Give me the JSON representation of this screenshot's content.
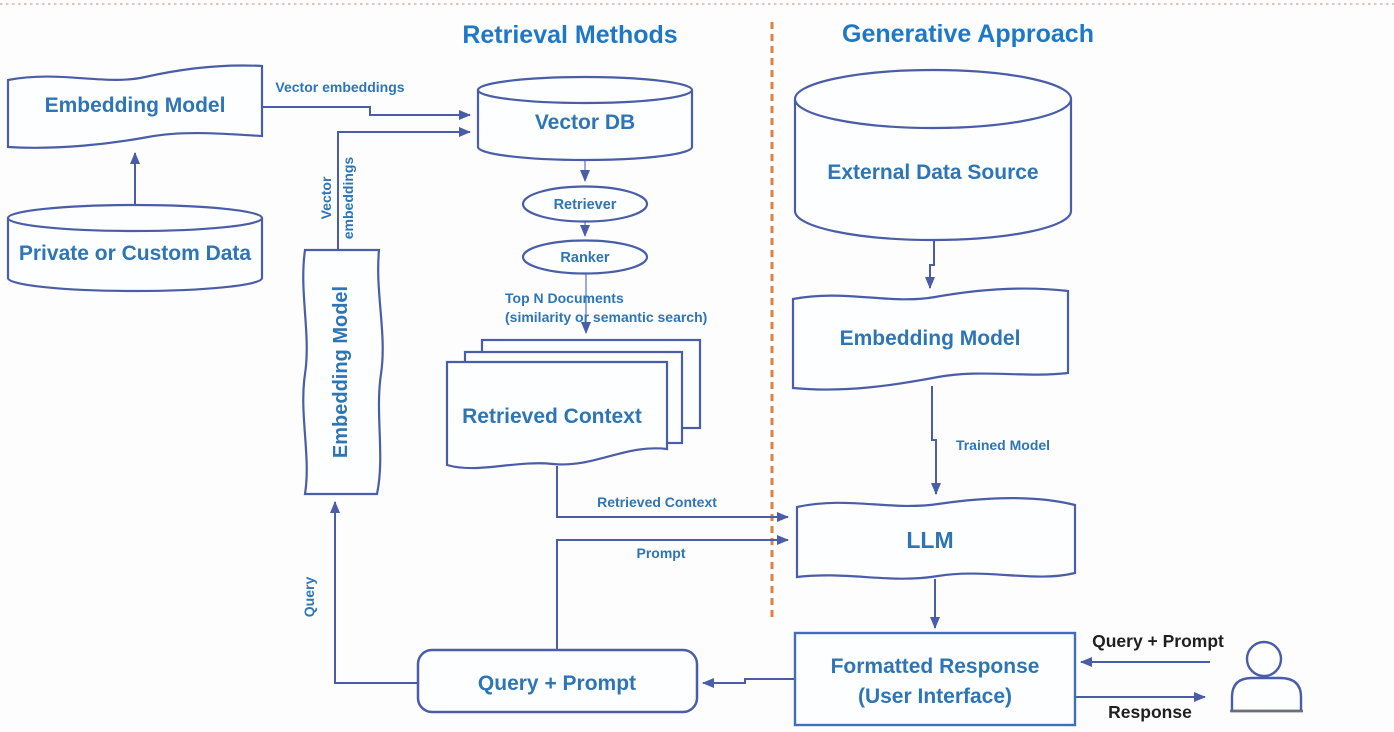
{
  "titles": {
    "retrieval": "Retrieval Methods",
    "generative": "Generative Approach"
  },
  "nodes": {
    "embedding_model_top": "Embedding Model",
    "private_or_custom_data": "Private or Custom Data",
    "vector_db": "Vector DB",
    "retriever": "Retriever",
    "ranker": "Ranker",
    "retrieved_context": "Retrieved Context",
    "embedding_model_side": "Embedding Model",
    "query_plus_prompt": "Query + Prompt",
    "external_data_source": "External Data Source",
    "embedding_model_gen": "Embedding Model",
    "llm": "LLM",
    "formatted_response_line1": "Formatted Response",
    "formatted_response_line2": "(User Interface)"
  },
  "edge_labels": {
    "vector_embeddings": "Vector embeddings",
    "vector_embeddings_vertical_line1": "Vector",
    "vector_embeddings_vertical_line2": "embeddings",
    "top_n_documents_line1": "Top N Documents",
    "top_n_documents_line2": "(similarity or semantic search)",
    "retrieved_context": "Retrieved Context",
    "prompt": "Prompt",
    "query": "Query",
    "trained_model": "Trained Model",
    "query_plus_prompt": "Query + Prompt",
    "response": "Response"
  },
  "colors": {
    "shape_border": "#4a5da8",
    "node_text": "#2e75b6",
    "title_text": "#1e78c8",
    "dark_label": "#1f1f1f",
    "divider_dashed": "#e0803f"
  }
}
